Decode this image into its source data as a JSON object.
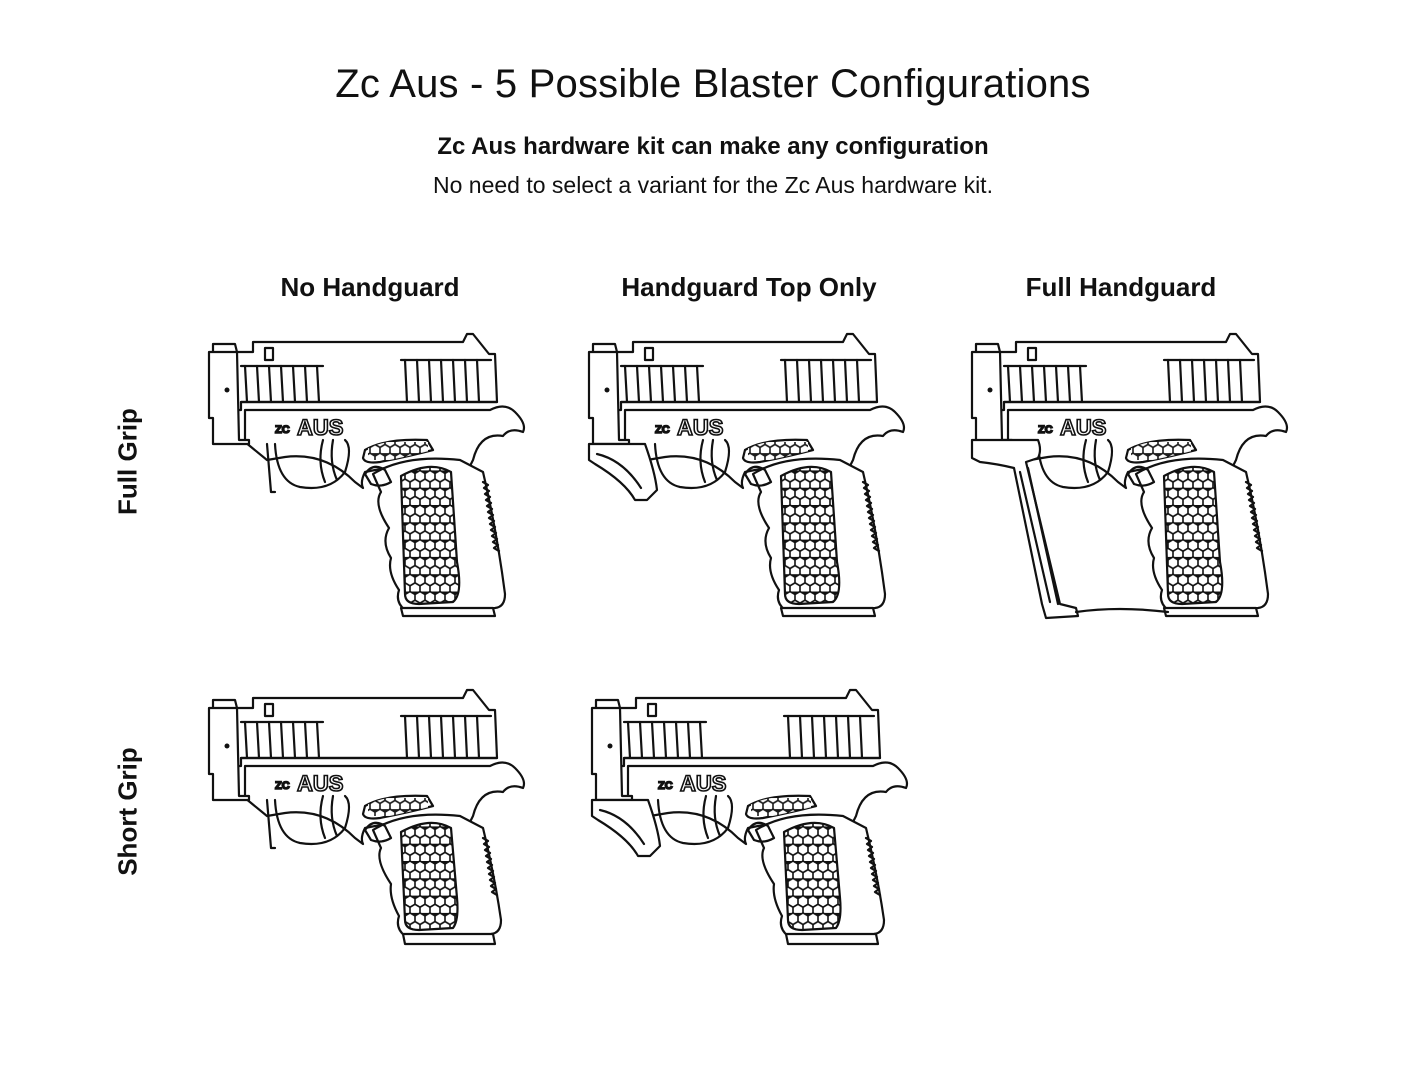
{
  "header": {
    "title": "Zc Aus - 5 Possible Blaster Configurations",
    "subtitle": "Zc Aus hardware kit can make any configuration",
    "note": "No need to select a variant for the Zc Aus hardware kit."
  },
  "columns": [
    "No Handguard",
    "Handguard Top Only",
    "Full Handguard"
  ],
  "rows": [
    "Full Grip",
    "Short Grip"
  ],
  "blaster": {
    "logo_small": "ZC",
    "logo_large": "AUS"
  },
  "configurations": [
    {
      "grip": "full",
      "handguard": "none"
    },
    {
      "grip": "full",
      "handguard": "top"
    },
    {
      "grip": "full",
      "handguard": "full"
    },
    {
      "grip": "short",
      "handguard": "none"
    },
    {
      "grip": "short",
      "handguard": "top"
    }
  ]
}
